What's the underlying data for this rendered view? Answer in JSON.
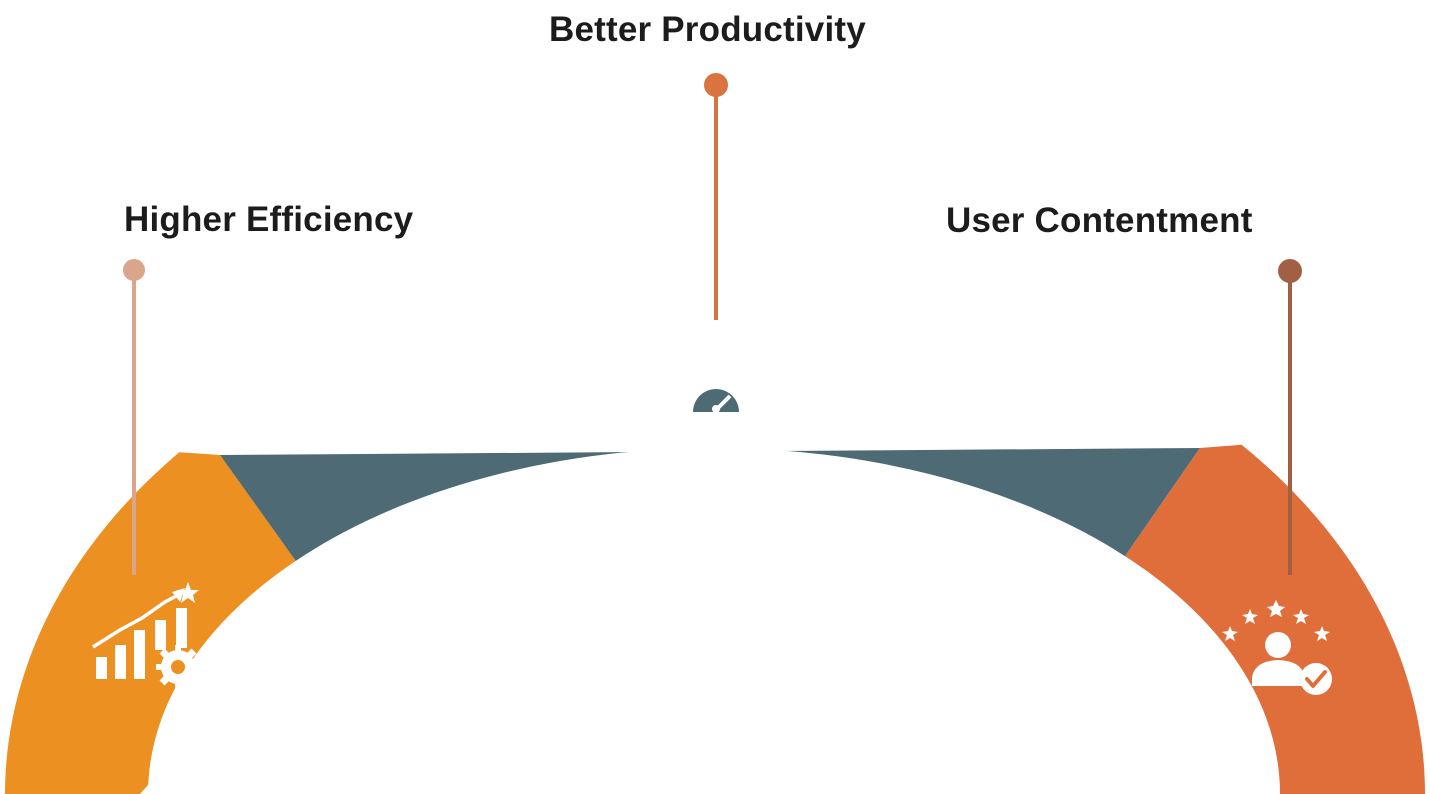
{
  "diagram": {
    "items": [
      {
        "label": "Higher Efficiency",
        "color": "#ED9022",
        "pin_color": "#D9A58B",
        "icon": "growth-chart-gear-icon"
      },
      {
        "label": "Better Productivity",
        "color": "#4E6A75",
        "pin_color": "#D9733F",
        "icon": "productivity-arrows-gear-icon"
      },
      {
        "label": "User Contentment",
        "color": "#E06E3B",
        "pin_color": "#A25F43",
        "icon": "user-rating-stars-icon"
      }
    ]
  }
}
